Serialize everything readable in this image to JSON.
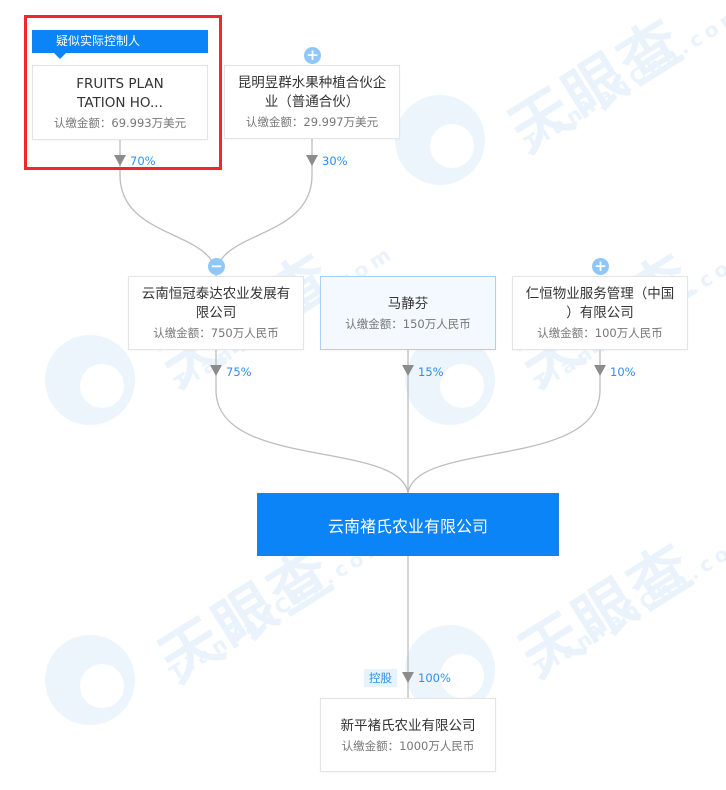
{
  "watermark": {
    "brand_cn": "天眼查",
    "brand_en": "TianYanCha.com"
  },
  "controller_tag": {
    "label": "疑似实际控制人"
  },
  "shareholders_top": [
    {
      "name": "FRUITS PLAN TATION HO...",
      "name_line1": "FRUITS PLAN",
      "name_line2": "TATION HO...",
      "amount": "认缴金额：69.993万美元",
      "percent": "70%",
      "highlighted": true
    },
    {
      "name": "昆明昱群水果种植合伙企业（普通合伙）",
      "name_line1": "昆明昱群水果种植合伙企",
      "name_line2": "业（普通合伙）",
      "amount": "认缴金额：29.997万美元",
      "percent": "30%",
      "expand_icon": "plus-icon"
    }
  ],
  "shareholders_mid": [
    {
      "name": "云南恒冠泰达农业发展有限公司",
      "name_line1": "云南恒冠泰达农业发展有",
      "name_line2": "限公司",
      "amount": "认缴金额：750万人民币",
      "percent": "75%",
      "expand_icon": "minus-icon"
    },
    {
      "name": "马静芬",
      "amount": "认缴金额：150万人民币",
      "percent": "15%",
      "type": "person"
    },
    {
      "name": "仁恒物业服务管理（中国）有限公司",
      "name_line1": "仁恒物业服务管理（中国",
      "name_line2": "）有限公司",
      "amount": "认缴金额：100万人民币",
      "percent": "10%",
      "expand_icon": "plus-icon"
    }
  ],
  "center_company": {
    "name": "云南褚氏农业有限公司"
  },
  "subsidiaries": [
    {
      "name": "新平褚氏农业有限公司",
      "amount": "认缴金额：1000万人民币",
      "percent": "100%",
      "relation_tag": "控股"
    }
  ],
  "colors": {
    "accent": "#0a84f7",
    "percent_text": "#2f8ff2",
    "highlight_border": "#f0282d",
    "line": "#bdbdbd",
    "arrow": "#8c8c8c",
    "expand_button": "#90c7fb"
  }
}
